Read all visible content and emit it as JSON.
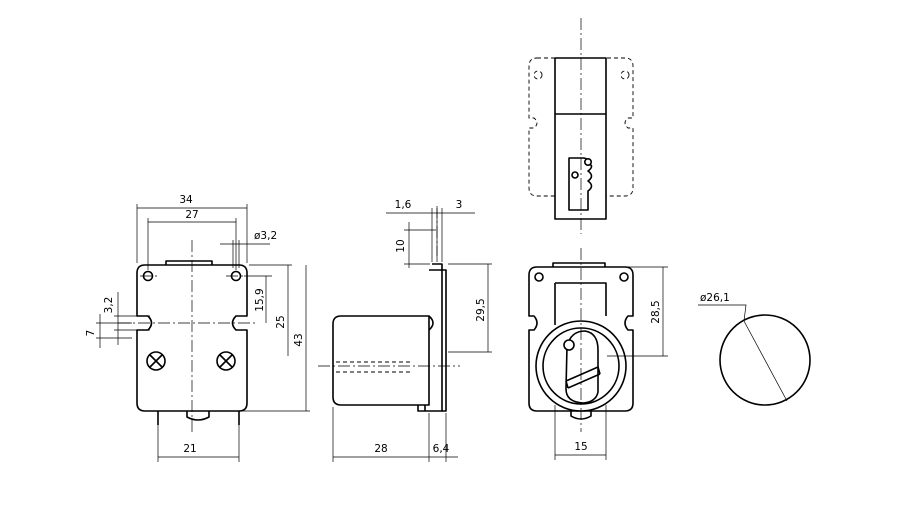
{
  "dimensions": {
    "front_width_outer": "34",
    "front_width_holes": "27",
    "hole_diameter": "ø3,2",
    "slot_width": "3,2",
    "slot_offset": "7",
    "hole_to_center": "15,9",
    "center_height": "25",
    "front_height": "43",
    "front_bottom_width": "21",
    "side_thickness_a": "1,6",
    "side_thickness_b": "3",
    "side_top_offset": "10",
    "side_height": "29,5",
    "side_body_length": "28",
    "side_flange_width": "6,4",
    "rear_height": "28,5",
    "rear_bottom_width": "15",
    "key_diameter": "ø26,1"
  }
}
